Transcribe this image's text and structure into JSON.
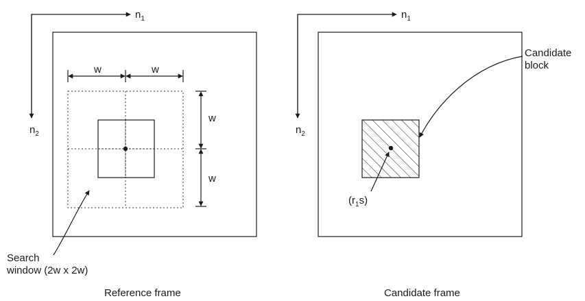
{
  "reference": {
    "caption": "Reference frame",
    "axis_h": {
      "base": "n",
      "sub": "1"
    },
    "axis_v": {
      "base": "n",
      "sub": "2"
    },
    "dim_label_top_left": "w",
    "dim_label_top_right": "w",
    "dim_label_right_upper": "w",
    "dim_label_right_lower": "w",
    "search_label_line1": "Search",
    "search_label_line2": "window (2w x 2w)"
  },
  "candidate": {
    "caption": "Candidate frame",
    "axis_h": {
      "base": "n",
      "sub": "1"
    },
    "axis_v": {
      "base": "n",
      "sub": "2"
    },
    "block_label_line1": "Candidate",
    "block_label_line2": "block",
    "point_label": {
      "open": "(r",
      "sub": "1",
      "close": "s)"
    }
  }
}
